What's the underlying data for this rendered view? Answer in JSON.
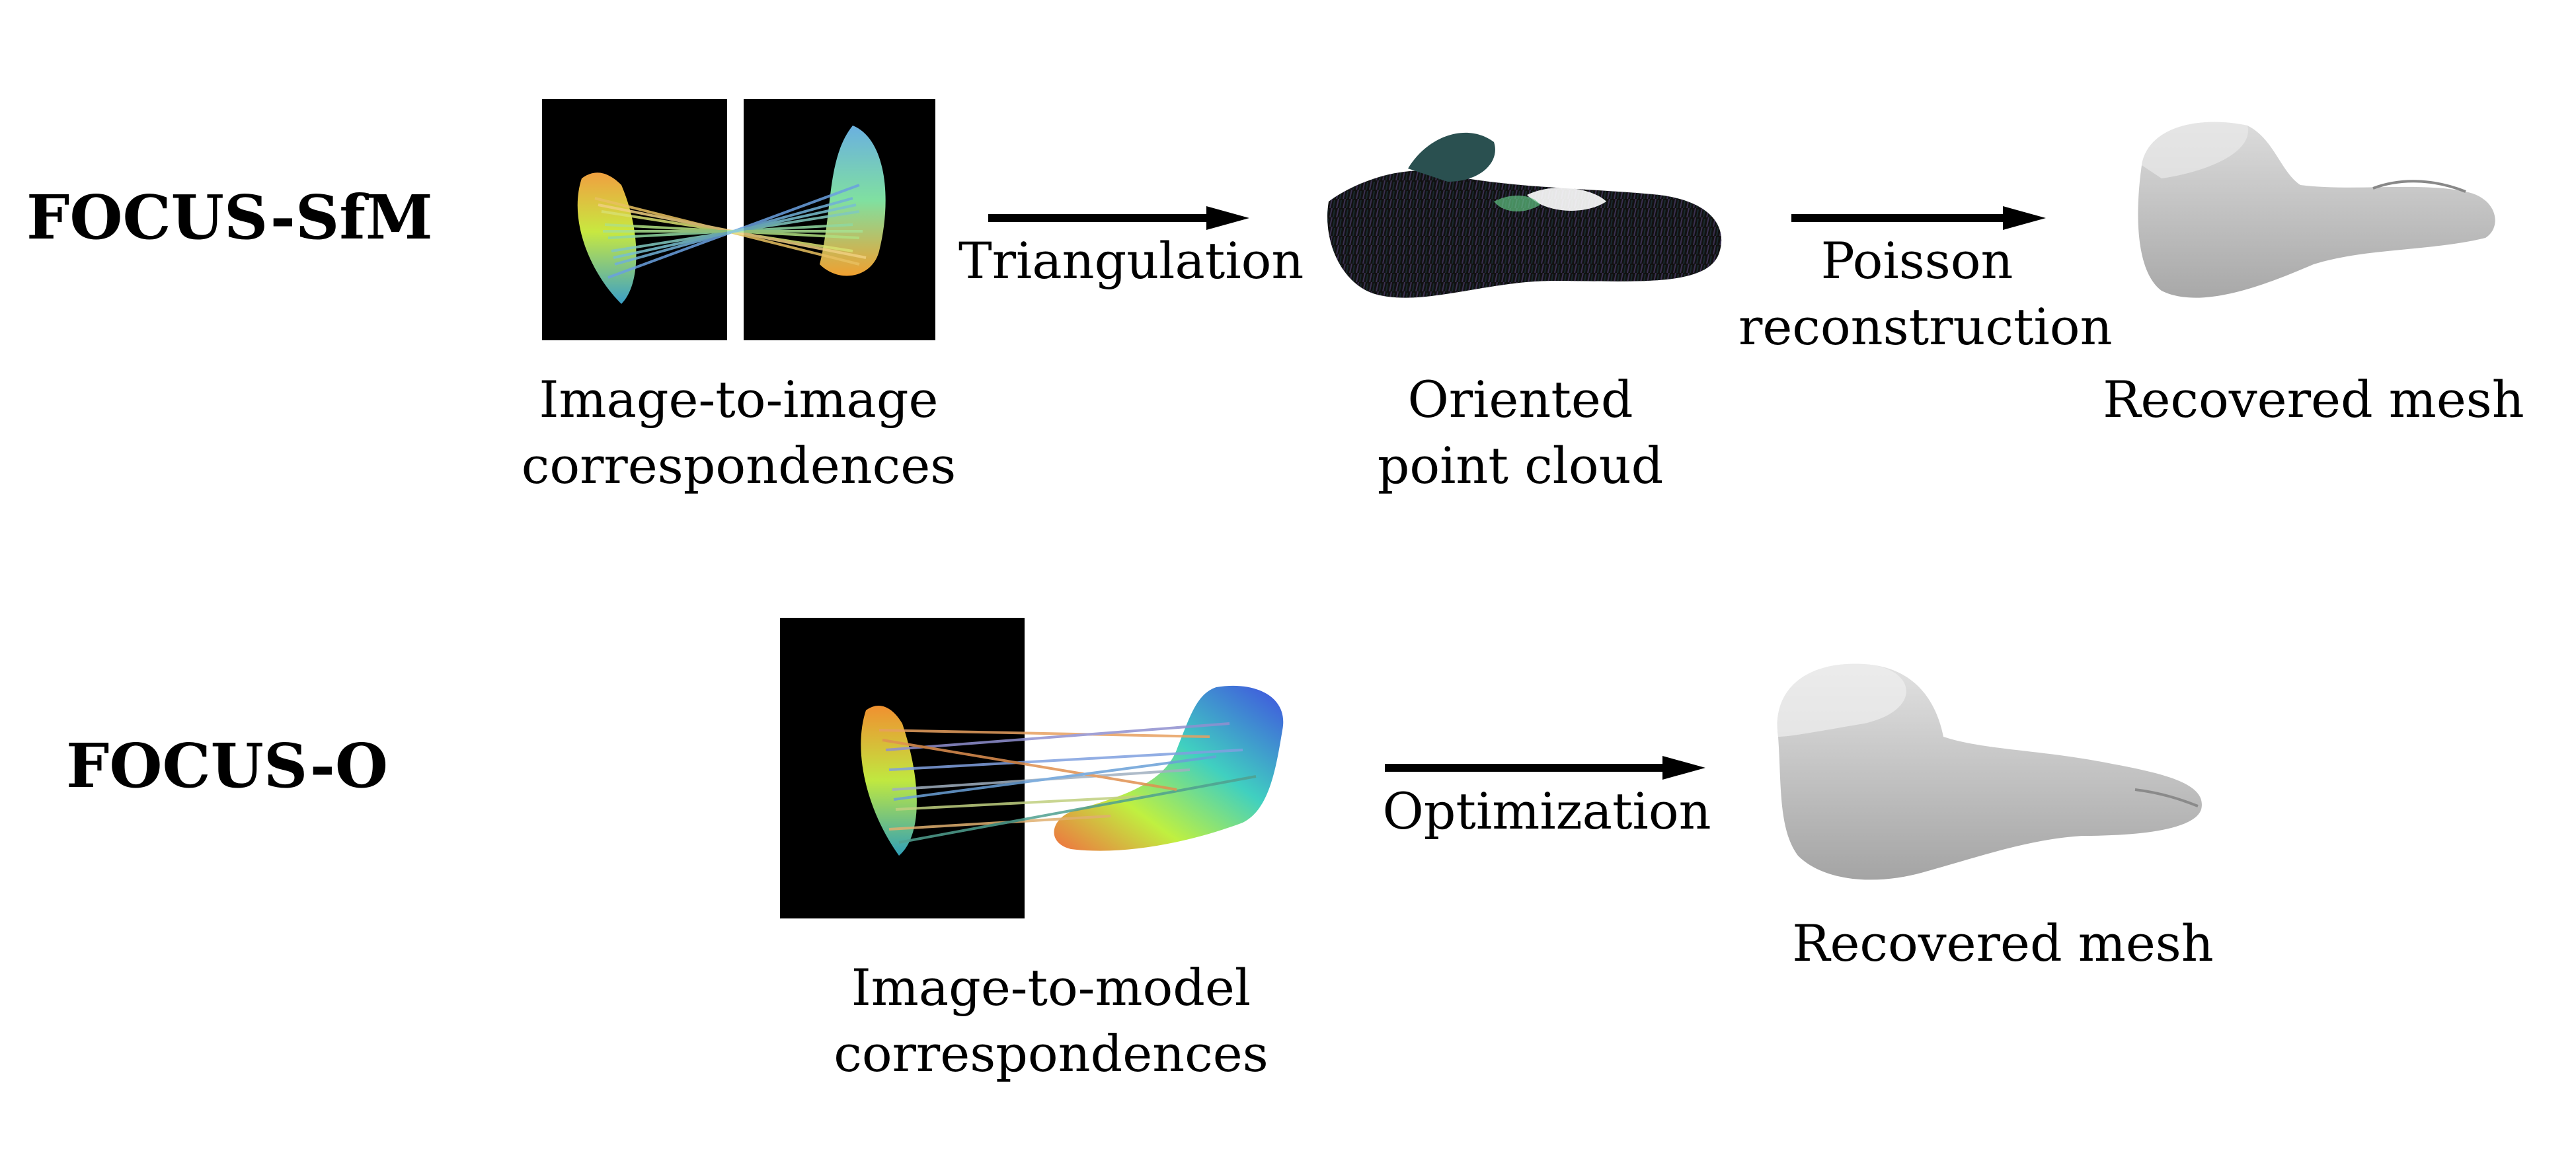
{
  "rows": {
    "sfm": {
      "title": "FOCUS-SfM",
      "input_caption": [
        "Image-to-image",
        "correspondences"
      ],
      "arrow1_label": [
        "Triangulation"
      ],
      "pointcloud_caption": [
        "Oriented",
        "point cloud"
      ],
      "arrow2_label": [
        "Poisson",
        "reconstruction"
      ],
      "mesh_caption": [
        "Recovered mesh"
      ]
    },
    "o": {
      "title": "FOCUS-O",
      "input_caption": [
        "Image-to-model",
        "correspondences"
      ],
      "arrow_label": [
        "Optimization"
      ],
      "mesh_caption": [
        "Recovered mesh"
      ]
    }
  },
  "icons": {
    "image_pair": "foot-image-pair-correspondence-icon",
    "point_cloud": "oriented-point-cloud-icon",
    "mesh": "foot-mesh-icon",
    "image_model": "image-to-model-correspondence-icon",
    "arrow": "right-arrow-icon"
  },
  "colors": {
    "panel": "#000000",
    "mesh": "#cfcfcf",
    "arrow": "#000000"
  }
}
